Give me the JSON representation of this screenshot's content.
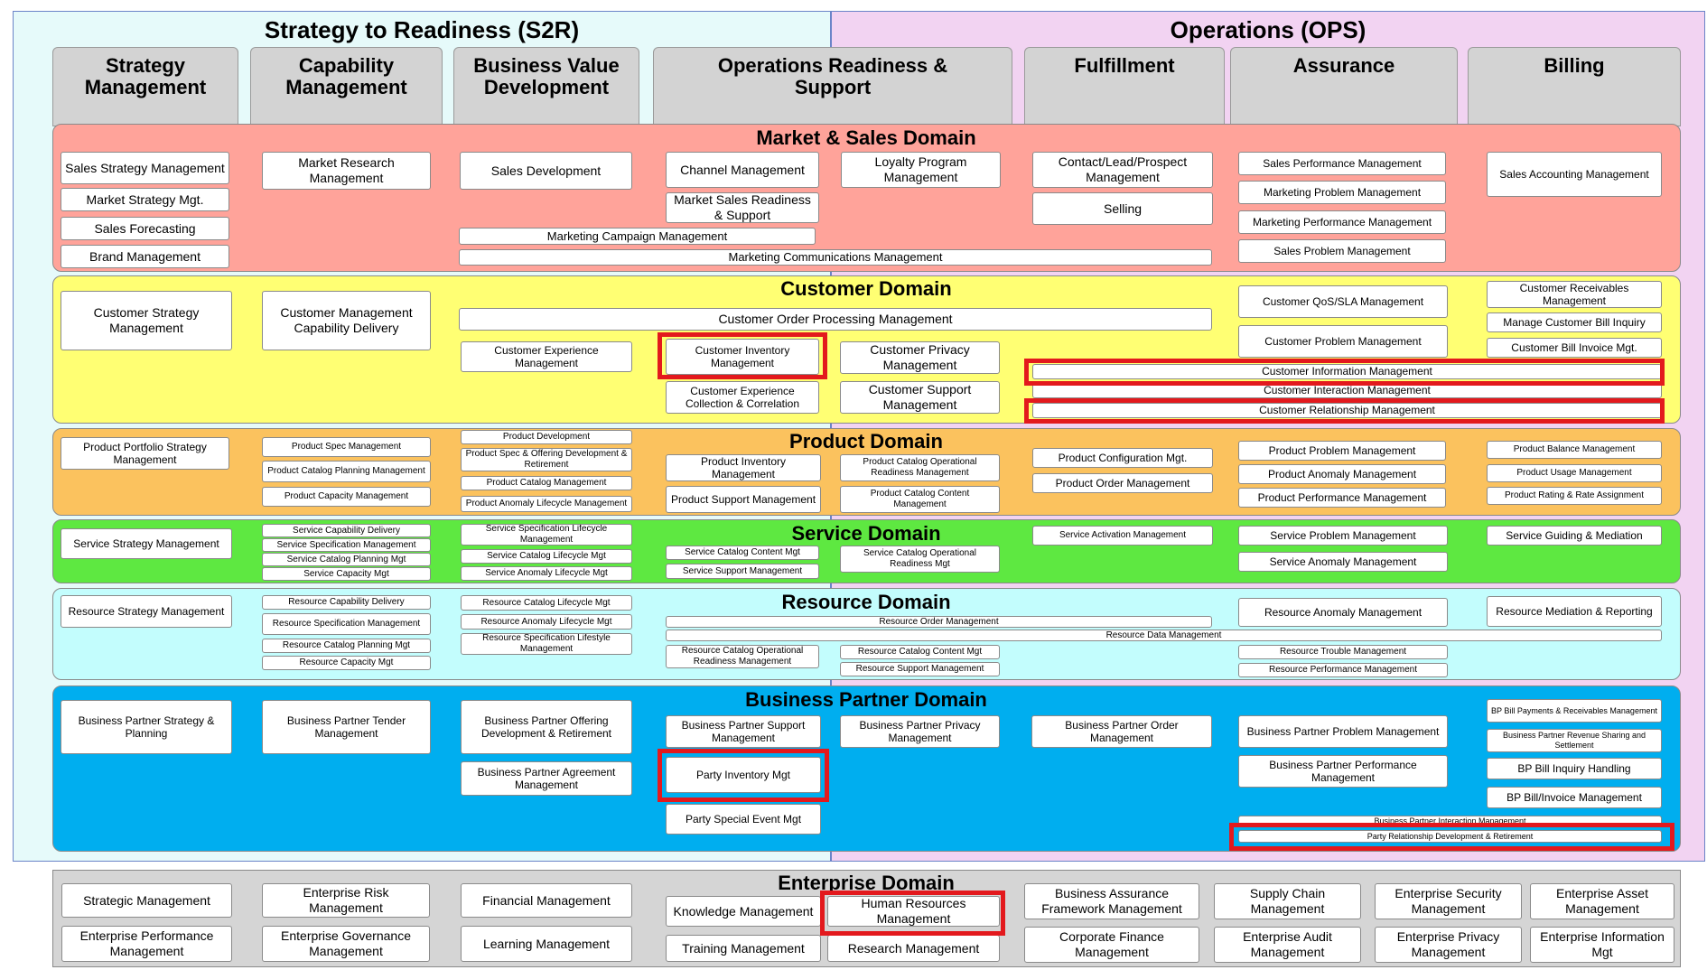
{
  "sections": {
    "s2r_title": "Strategy to Readiness (S2R)",
    "ops_title": "Operations (OPS)"
  },
  "columns": [
    "Strategy Management",
    "Capability Management",
    "Business Value Development",
    "Operations Readiness & Support",
    "Fulfillment",
    "Assurance",
    "Billing"
  ],
  "domains": {
    "market_sales": {
      "title": "Market & Sales Domain",
      "boxes": [
        "Sales Strategy Management",
        "Market Strategy Mgt.",
        "Sales Forecasting",
        "Brand Management",
        "Market Research Management",
        "Sales Development",
        "Channel Management",
        "Loyalty Program Management",
        "Market Sales Readiness & Support",
        "Marketing Campaign Management",
        "Marketing Communications Management",
        "Contact/Lead/Prospect Management",
        "Selling",
        "Sales Performance Management",
        "Marketing Problem Management",
        "Marketing Performance Management",
        "Sales Problem Management",
        "Sales Accounting Management"
      ]
    },
    "customer": {
      "title": "Customer Domain",
      "boxes": [
        "Customer Strategy Management",
        "Customer Management Capability Delivery",
        "Customer Order Processing Management",
        "Customer Experience Management",
        "Customer Inventory Management",
        "Customer Privacy Management",
        "Customer Experience Collection & Correlation",
        "Customer Support Management",
        "Customer QoS/SLA Management",
        "Customer Problem Management",
        "Customer Information Management",
        "Customer Interaction Management",
        "Customer Relationship Management",
        "Customer Receivables Management",
        "Manage Customer Bill Inquiry",
        "Customer Bill Invoice Mgt."
      ]
    },
    "product": {
      "title": "Product Domain",
      "boxes": [
        "Product Portfolio Strategy Management",
        "Product Spec Management",
        "Product Catalog Planning Management",
        "Product Capacity Management",
        "Product Development",
        "Product Spec & Offering Development & Retirement",
        "Product Catalog Management",
        "Product Anomaly Lifecycle Management",
        "Product Inventory Management",
        "Product Catalog Operational Readiness Management",
        "Product Support Management",
        "Product Catalog Content Management",
        "Product Configuration Mgt.",
        "Product Order Management",
        "Product Problem Management",
        "Product Anomaly Management",
        "Product Performance Management",
        "Product Balance Management",
        "Product Usage Management",
        "Product Rating & Rate Assignment"
      ]
    },
    "service": {
      "title": "Service Domain",
      "boxes": [
        "Service Strategy Management",
        "Service Capability Delivery",
        "Service Specification Management",
        "Service Catalog Planning Mgt",
        "Service Capacity Mgt",
        "Service Specification Lifecycle Management",
        "Service Catalog Lifecycle Mgt",
        "Service Anomaly Lifecycle Mgt",
        "Service Catalog Content Mgt",
        "Service Catalog Operational Readiness Mgt",
        "Service Support Management",
        "Service Activation Management",
        "Service Problem Management",
        "Service Anomaly Management",
        "Service Guiding & Mediation"
      ]
    },
    "resource": {
      "title": "Resource Domain",
      "boxes": [
        "Resource Strategy Management",
        "Resource Capability Delivery",
        "Resource Specification Management",
        "Resource Catalog Planning Mgt",
        "Resource Capacity Mgt",
        "Resource Catalog Lifecycle Mgt",
        "Resource Anomaly Lifecycle Mgt",
        "Resource Specification Lifestyle Management",
        "Resource Order Management",
        "Resource Data Management",
        "Resource Catalog Operational Readiness Management",
        "Resource Catalog Content Mgt",
        "Resource Support Management",
        "Resource Anomaly Management",
        "Resource Trouble Management",
        "Resource Performance Management",
        "Resource Mediation & Reporting"
      ]
    },
    "business_partner": {
      "title": "Business Partner Domain",
      "boxes": [
        "Business Partner Strategy & Planning",
        "Business Partner Tender Management",
        "Business Partner Offering Development & Retirement",
        "Business Partner Agreement Management",
        "Business Partner Support Management",
        "Business Partner Privacy Management",
        "Party Inventory Mgt",
        "Party Special Event Mgt",
        "Business Partner Order Management",
        "Business Partner Problem Management",
        "Business Partner Performance Management",
        "Business Partner Interaction Management",
        "Party Relationship Development & Retirement",
        "BP Bill Payments & Receivables Management",
        "Business Partner Revenue Sharing and Settlement",
        "BP Bill Inquiry Handling",
        "BP Bill/Invoice Management"
      ]
    },
    "enterprise": {
      "title": "Enterprise Domain",
      "boxes": [
        "Strategic Management",
        "Enterprise Performance Management",
        "Enterprise Risk Management",
        "Enterprise Governance Management",
        "Financial Management",
        "Learning Management",
        "Knowledge Management",
        "Training Management",
        "Human Resources Management",
        "Research Management",
        "Business Assurance Framework Management",
        "Corporate Finance Management",
        "Supply Chain Management",
        "Enterprise Audit Management",
        "Enterprise Security Management",
        "Enterprise Privacy Management",
        "Enterprise Asset Management",
        "Enterprise Information Mgt"
      ]
    }
  },
  "colors": {
    "s2r_bg": "#e6fafa",
    "ops_bg": "#f2d3f2",
    "market_sales": "#ffa39a",
    "customer": "#ffff73",
    "product": "#fbc25e",
    "service": "#5ee841",
    "resource": "#c3fdfd",
    "business_partner": "#00aeef",
    "enterprise": "#d5d5d5",
    "highlight": "#e3191d"
  }
}
